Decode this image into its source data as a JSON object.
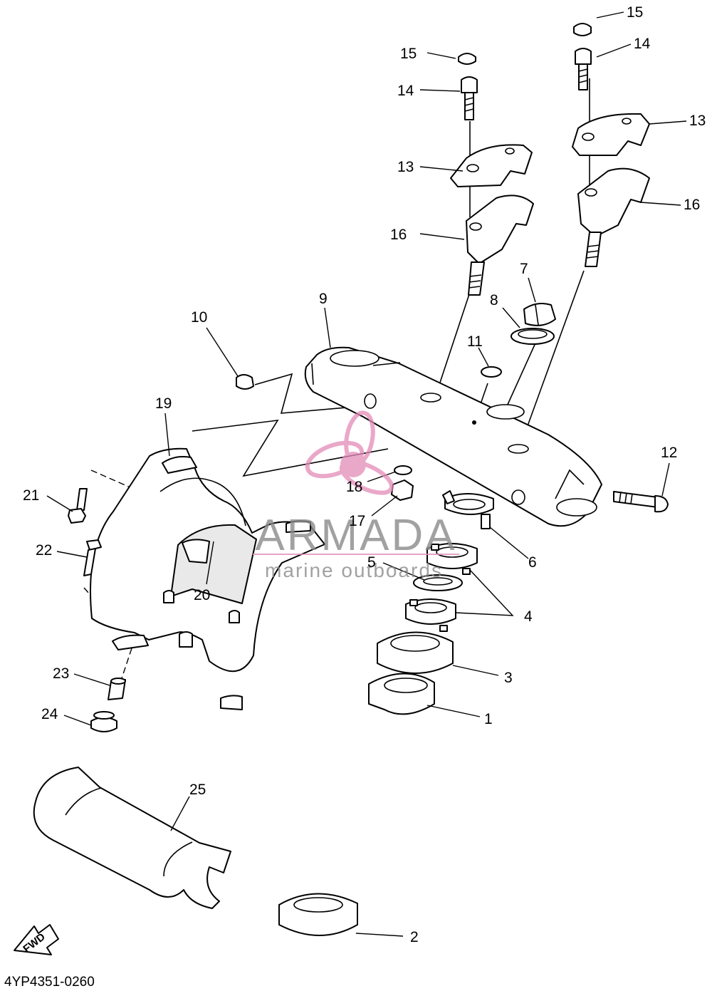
{
  "diagram": {
    "callouts": {
      "c1": "1",
      "c2": "2",
      "c3": "3",
      "c4": "4",
      "c5": "5",
      "c6": "6",
      "c7": "7",
      "c8": "8",
      "c9": "9",
      "c10": "10",
      "c11": "11",
      "c12": "12",
      "c13a": "13",
      "c13b": "13",
      "c14a": "14",
      "c14b": "14",
      "c15a": "15",
      "c15b": "15",
      "c16a": "16",
      "c16b": "16",
      "c17": "17",
      "c18": "18",
      "c19": "19",
      "c20": "20",
      "c21": "21",
      "c22": "22",
      "c23": "23",
      "c24": "24",
      "c25": "25"
    },
    "drawing_code": "4YP4351-0260",
    "fwd_label": "FWD"
  },
  "watermark": {
    "brand": "ARMADA",
    "tagline": "marine outboards",
    "accent_color": "#e48bb8"
  }
}
